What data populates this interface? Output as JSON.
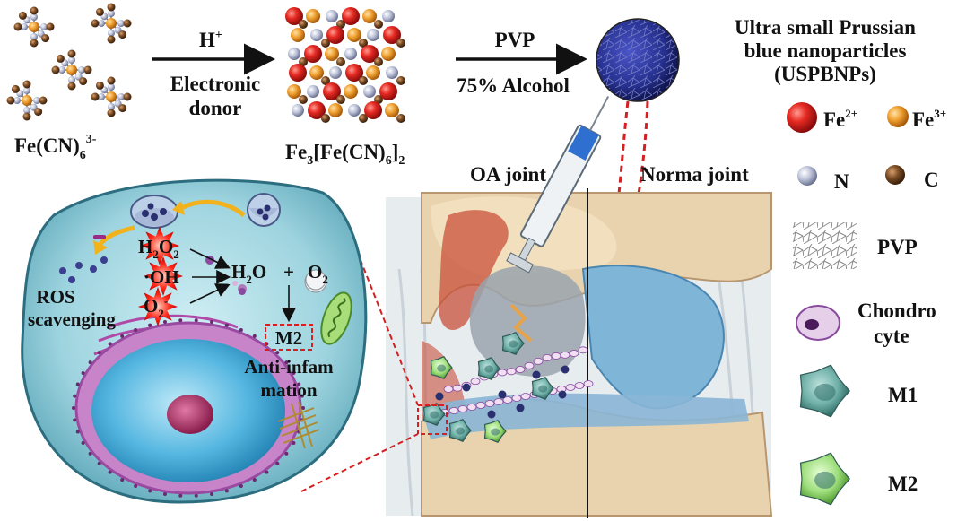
{
  "reaction": {
    "reactant_base": "Fe(CN)",
    "reactant_sub": "6",
    "reactant_sup": "3-",
    "step1_reagent": "H",
    "step1_sup": "+",
    "step1_caption_line1": "Electronic",
    "step1_caption_line2": "donor",
    "product_a": "Fe",
    "product_sub1": "3",
    "product_b": "[Fe(CN)",
    "product_sub2": "6",
    "product_c": "]",
    "product_sub3": "2",
    "step2_reagent": "PVP",
    "step2_caption": "75% Alcohol"
  },
  "nanoparticle": {
    "title_line1": "Ultra small Prussian",
    "title_line2": "blue nanoparticles",
    "title_line3": "(USPBNPs)"
  },
  "legend": {
    "fe2_base": "Fe",
    "fe2_sup": "2+",
    "fe3_base": "Fe",
    "fe3_sup": "3+",
    "n_label": "N",
    "c_label": "C",
    "pvp_label": "PVP",
    "chondro_line1": "Chondro",
    "chondro_line2": "cyte",
    "m1_label": "M1",
    "m2_label": "M2"
  },
  "joint": {
    "oa_label": "OA joint",
    "normal_label": "Norma joint"
  },
  "cell": {
    "h2o2_h": "H",
    "h2o2_sub": "2",
    "h2o2_o": "O",
    "h2o2_sub2": "2",
    "oh_label": "OH",
    "o2_radical": "O",
    "o2_radical_sub": "2",
    "o2_radical_sup": "-",
    "water_h": "H",
    "water_sub": "2",
    "water_o": "O",
    "plus": "+",
    "oxygen_o": "O",
    "oxygen_sub": "2",
    "m2_box": "M2",
    "ros_line1": "ROS",
    "ros_line2": "scavenging",
    "anti_line1": "Anti-infam",
    "anti_line2": "mation"
  },
  "colors": {
    "fe2": "#d8201f",
    "fe3": "#e8961e",
    "n_atom": "#a9b0c8",
    "c_atom": "#6b4424",
    "nanoparticle": "#2a2f8f",
    "red_dash": "#d42020",
    "cell_fill": "#8ec9d6",
    "nucleus": "#3aa7d6",
    "m1": "#5aa39a",
    "m2": "#8fd16a",
    "chondrocyte": "#d7b5dd"
  }
}
